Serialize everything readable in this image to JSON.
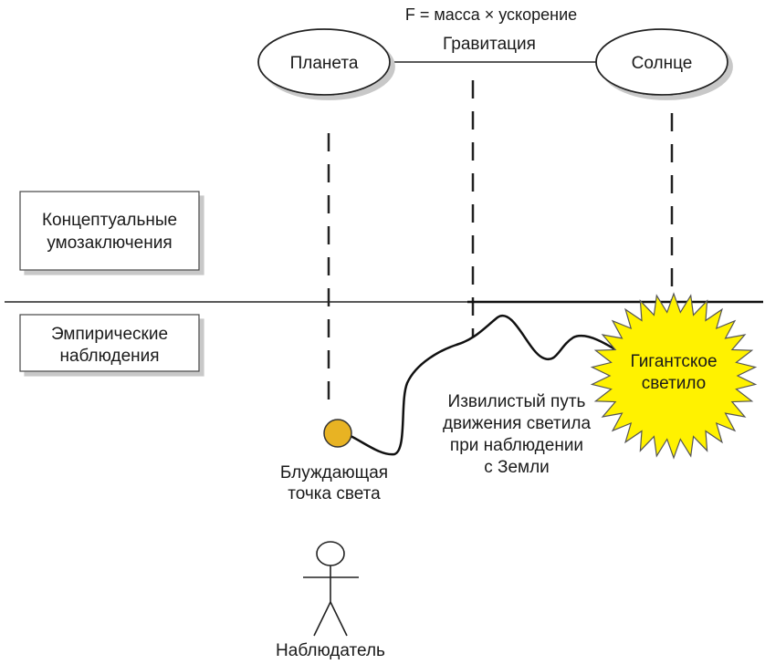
{
  "formula": "F = масса × ускорение",
  "gravity_label": "Гравитация",
  "planet_label": "Планета",
  "sun_label": "Солнце",
  "conceptual_box": {
    "line1": "Концептуальные",
    "line2": "умозаключения"
  },
  "empirical_box": {
    "line1": "Эмпирические",
    "line2": "наблюдения"
  },
  "giant_star": {
    "line1": "Гигантское",
    "line2": "светило",
    "color": "#fff200"
  },
  "path_caption": {
    "line1": "Извилистый путь",
    "line2": "движения светила",
    "line3": "при наблюдении",
    "line4": "с Земли"
  },
  "wandering_point": {
    "line1": "Блуждающая",
    "line2": "точка света",
    "color": "#e8b323"
  },
  "observer_label": "Наблюдатель"
}
